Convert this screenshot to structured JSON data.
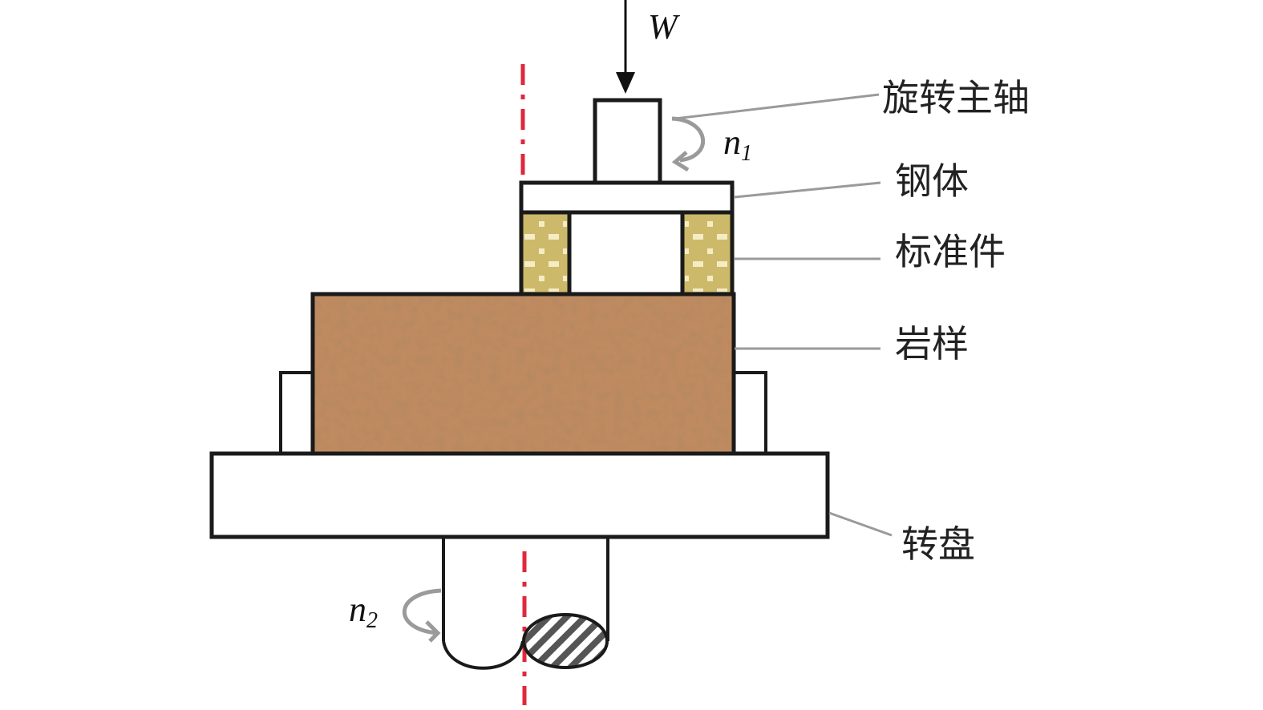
{
  "labels": {
    "spindle": "旋转主轴",
    "steel_body": "钢体",
    "standard_part": "标准件",
    "rock_sample": "岩样",
    "turntable": "转盘"
  },
  "variables": {
    "load": "W",
    "n1_base": "n",
    "n1_sub": "1",
    "n2_base": "n",
    "n2_sub": "2"
  },
  "colors": {
    "rock": "#b27852",
    "standard_part": "#cdb96a",
    "axis": "#e0283c",
    "leader": "#9a9a9a"
  }
}
